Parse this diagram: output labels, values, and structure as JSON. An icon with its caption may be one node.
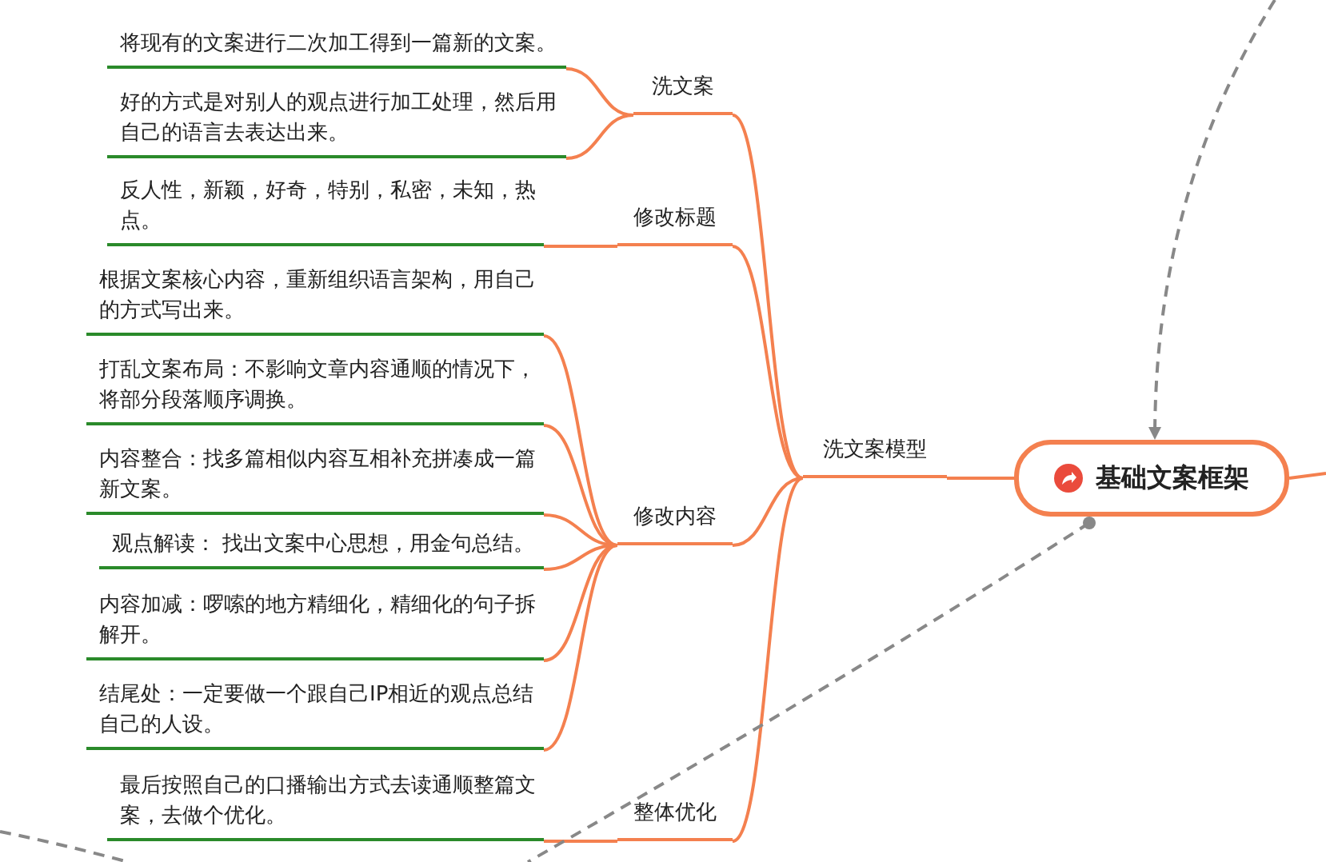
{
  "diagram": {
    "nodes": [
      {
        "text": [
          "基础文案框架"
        ]
      },
      {
        "text": [
          "洗文案模型"
        ]
      },
      {
        "text": [
          "洗文案"
        ]
      },
      {
        "text": [
          "将现有的文案进行二次加工得到一篇新的文案。"
        ]
      },
      {
        "text": [
          "好的方式是对别人的观点进行加工处理，然后用自己的语言去表达出来。"
        ]
      },
      {
        "text": [
          "修改标题"
        ]
      },
      {
        "text": [
          "反人性，新颖，好奇，特别，私密，未知，热点。"
        ]
      },
      {
        "text": [
          "修改内容"
        ]
      },
      {
        "text": [
          "根据文案核心内容，重新组织语言架构，用自己的方式写出来。"
        ]
      },
      {
        "text": [
          "打乱文案布局：不影响文章内容通顺的情况下，将部分段落顺序调换。"
        ]
      },
      {
        "text": [
          "内容整合：找多篇相似内容互相补充拼凑成一篇新文案。"
        ]
      },
      {
        "text": [
          "观点解读： 找出文案中心思想，用金句总结。"
        ]
      },
      {
        "text": [
          "内容加减：啰嗦的地方精细化，精细化的句子拆解开。"
        ]
      },
      {
        "text": [
          "结尾处：一定要做一个跟自己IP相近的观点总结自己的人设。"
        ]
      },
      {
        "text": [
          "整体优化"
        ]
      },
      {
        "text": [
          "最后按照自己的口播输出方式去读通顺整篇文案，去做个优化。"
        ]
      }
    ],
    "edges": [
      {
        "from": 0,
        "to": 1,
        "arrow": "none"
      },
      {
        "from": 1,
        "to": 2,
        "arrow": "none"
      },
      {
        "from": 2,
        "to": 3,
        "arrow": "none"
      },
      {
        "from": 2,
        "to": 4,
        "arrow": "none"
      },
      {
        "from": 1,
        "to": 5,
        "arrow": "none"
      },
      {
        "from": 5,
        "to": 6,
        "arrow": "none"
      },
      {
        "from": 1,
        "to": 7,
        "arrow": "none"
      },
      {
        "from": 7,
        "to": 8,
        "arrow": "none"
      },
      {
        "from": 7,
        "to": 9,
        "arrow": "none"
      },
      {
        "from": 7,
        "to": 10,
        "arrow": "none"
      },
      {
        "from": 7,
        "to": 11,
        "arrow": "none"
      },
      {
        "from": 7,
        "to": 12,
        "arrow": "none"
      },
      {
        "from": 7,
        "to": 13,
        "arrow": "none"
      },
      {
        "from": 1,
        "to": 14,
        "arrow": "none"
      },
      {
        "from": 14,
        "to": 15,
        "arrow": "none"
      },
      {
        "from": 0,
        "to": null,
        "arrow": "none"
      },
      {
        "from": null,
        "to": 0,
        "arrow": "to",
        "style": "dashed",
        "color": "#888888"
      },
      {
        "from": 0,
        "to": null,
        "arrow": "other",
        "style": "dashed",
        "color": "#888888"
      }
    ]
  }
}
